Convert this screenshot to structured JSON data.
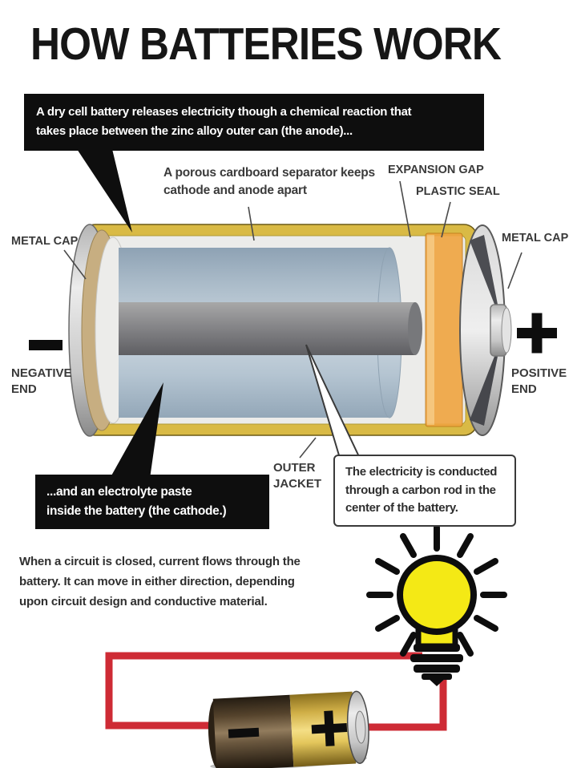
{
  "title": "HOW BATTERIES WORK",
  "callouts": {
    "anode": {
      "lines": [
        "A dry cell battery releases electricity though a chemical reaction that",
        "takes place between the zinc alloy outer can (the anode)..."
      ]
    },
    "cathode": {
      "lines": [
        "...and an electrolyte paste",
        "inside the battery (the cathode.)"
      ]
    },
    "carbon_rod": {
      "lines": [
        "The electricity is conducted",
        "through a carbon rod in the",
        "center of the battery."
      ]
    }
  },
  "labels": {
    "separator_lines": [
      "A porous cardboard separator keeps",
      "cathode and anode apart"
    ],
    "expansion_gap": "EXPANSION GAP",
    "plastic_seal": "PLASTIC SEAL",
    "metal_cap_left": "METAL CAP",
    "metal_cap_right": "METAL CAP",
    "negative_end_lines": [
      "NEGATIVE",
      "END"
    ],
    "positive_end_lines": [
      "POSITIVE",
      "END"
    ],
    "outer_jacket_lines": [
      "OUTER",
      "JACKET"
    ]
  },
  "symbols": {
    "negative": "−",
    "positive": "+"
  },
  "paragraph_lines": [
    "When a circuit is closed, current flows through the",
    "battery. It can move in either direction, depending",
    "upon circuit design and conductive material."
  ],
  "colors": {
    "jacket_gold": "#d9ba45",
    "zinc_tan": "#c7ae81",
    "electrolyte_blue": "#aebfcd",
    "carbon_gray": "#85888b",
    "seal_orange": "#f0a440",
    "metal_silver": "#d6d6d6",
    "wire_red": "#ce2b35",
    "bulb_yellow": "#f4e915",
    "callout_black": "#0e0e0e"
  }
}
